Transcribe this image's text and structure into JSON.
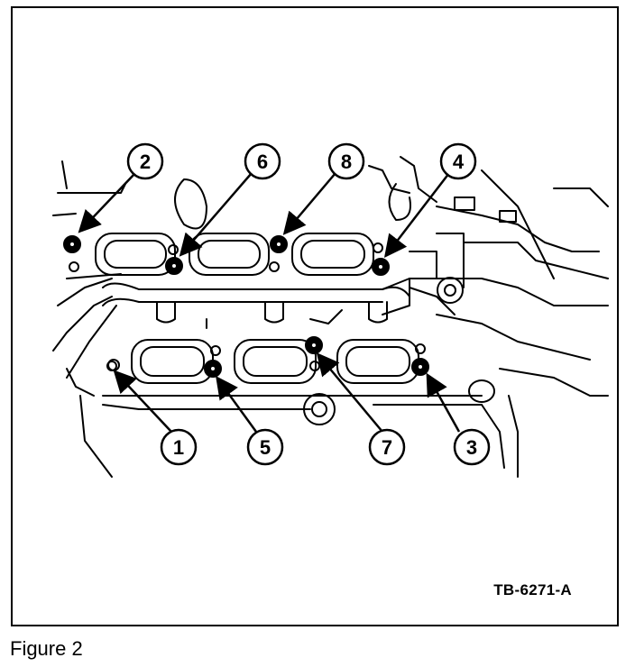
{
  "figure": {
    "caption": "Figure 2",
    "reference_code": "TB-6271-A"
  },
  "callouts": [
    {
      "number": "1"
    },
    {
      "number": "2"
    },
    {
      "number": "3"
    },
    {
      "number": "4"
    },
    {
      "number": "5"
    },
    {
      "number": "6"
    },
    {
      "number": "7"
    },
    {
      "number": "8"
    }
  ]
}
